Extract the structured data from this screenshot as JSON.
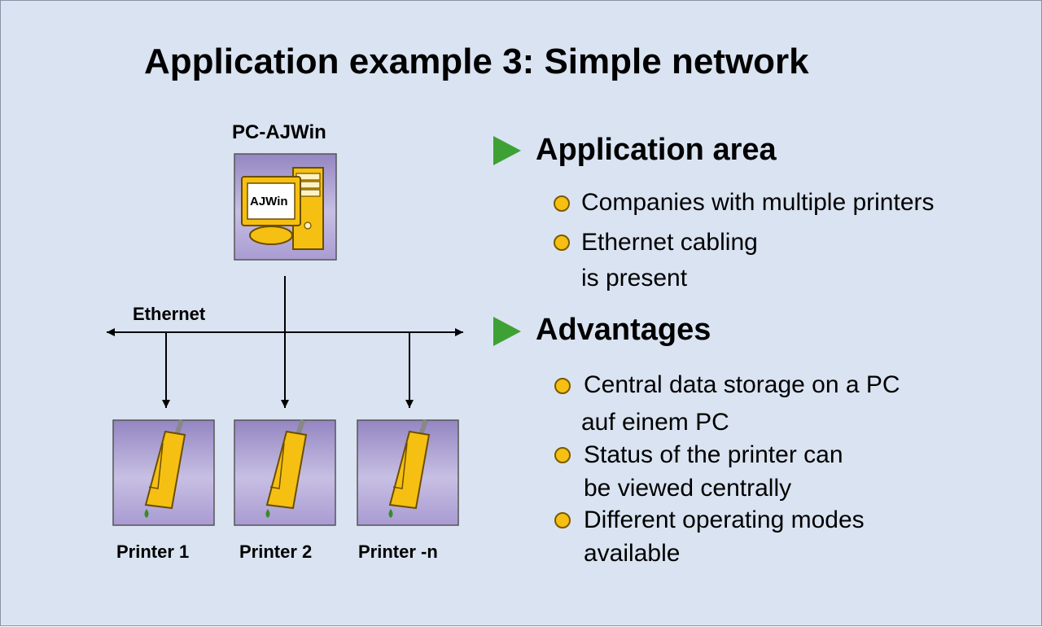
{
  "title": "Application example 3: Simple network",
  "diagram": {
    "pc_label": "PC-AJWin",
    "screen_text": "AJWin",
    "network_label": "Ethernet",
    "printers": [
      "Printer 1",
      "Printer 2",
      "Printer -n"
    ]
  },
  "sections": [
    {
      "heading": "Application area",
      "items": [
        {
          "lines": [
            "Companies with multiple printers"
          ]
        },
        {
          "lines": [
            "Ethernet cabling",
            "is present"
          ]
        }
      ]
    },
    {
      "heading": "Advantages",
      "items": [
        {
          "lines": [
            "Central data storage on a PC",
            "auf einem PC"
          ]
        },
        {
          "lines": [
            "Status of the printer can",
            "be viewed centrally"
          ]
        },
        {
          "lines": [
            "Different operating modes",
            "available"
          ]
        }
      ]
    }
  ],
  "colors": {
    "background": "#dae3f1",
    "arrow_green": "#3ea133",
    "bullet_yellow": "#f6c012",
    "device_box": "#b4a9d6"
  }
}
